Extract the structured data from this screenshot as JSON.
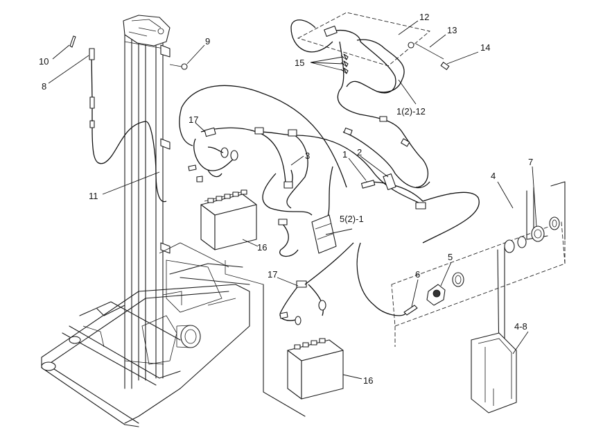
{
  "diagram": {
    "callouts": [
      {
        "id": "c12",
        "text": "12"
      },
      {
        "id": "c13",
        "text": "13"
      },
      {
        "id": "c14",
        "text": "14"
      },
      {
        "id": "c15",
        "text": "15"
      },
      {
        "id": "c1_2_12",
        "text": "1(2)-12"
      },
      {
        "id": "c10",
        "text": "10"
      },
      {
        "id": "c9",
        "text": "9"
      },
      {
        "id": "c8",
        "text": "8"
      },
      {
        "id": "c17a",
        "text": "17"
      },
      {
        "id": "c3",
        "text": "3"
      },
      {
        "id": "c1",
        "text": "1"
      },
      {
        "id": "c2",
        "text": "2"
      },
      {
        "id": "c11",
        "text": "11"
      },
      {
        "id": "c5_2_1",
        "text": "5(2)-1"
      },
      {
        "id": "c16a",
        "text": "16"
      },
      {
        "id": "c4",
        "text": "4"
      },
      {
        "id": "c7",
        "text": "7"
      },
      {
        "id": "c5",
        "text": "5"
      },
      {
        "id": "c6",
        "text": "6"
      },
      {
        "id": "c17b",
        "text": "17"
      },
      {
        "id": "c16b",
        "text": "16"
      },
      {
        "id": "c4_8",
        "text": "4-8"
      }
    ]
  }
}
